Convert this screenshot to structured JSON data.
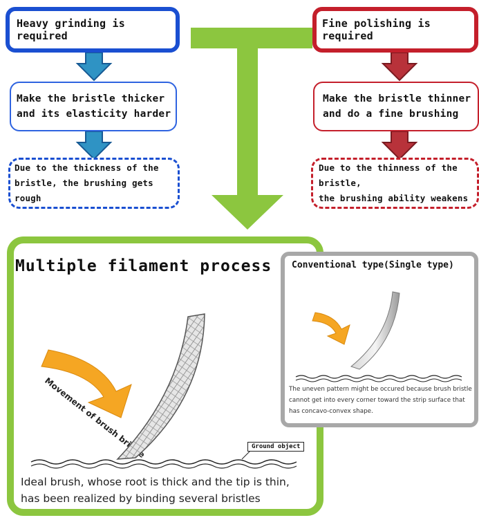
{
  "left_flow": {
    "heavy": "Heavy grinding is required",
    "thicker_line1": "Make the bristle thicker",
    "thicker_line2": "and its elasticity harder",
    "rough_line1": "Due to the thickness of the",
    "rough_line2": "bristle, the brushing gets rough"
  },
  "right_flow": {
    "fine": "Fine polishing is required",
    "thinner_line1": "Make the bristle thinner",
    "thinner_line2": "and do a fine brushing",
    "weakens_line1": "Due to the thinness of the bristle,",
    "weakens_line2": "the brushing ability weakens"
  },
  "multi": {
    "title": "Multiple filament process",
    "movement_label": "Movement of brush bristle",
    "ground_label": "Ground object",
    "ideal_line1": "Ideal brush, whose root is thick and the tip is thin,",
    "ideal_line2": "has been realized by binding several bristles"
  },
  "conventional": {
    "title": "Conventional type(Single type)",
    "note": "The uneven pattern might be occured because brush bristle cannot get into every corner toward the strip surface that has concavo-convex shape."
  },
  "colors": {
    "blue": "#1a4fd1",
    "blue_arrow": "#2f93c4",
    "red": "#c41f2b",
    "red_arrow": "#b8323a",
    "green": "#8cc63f",
    "orange": "#f5a623",
    "gray": "#a8a8a8"
  }
}
